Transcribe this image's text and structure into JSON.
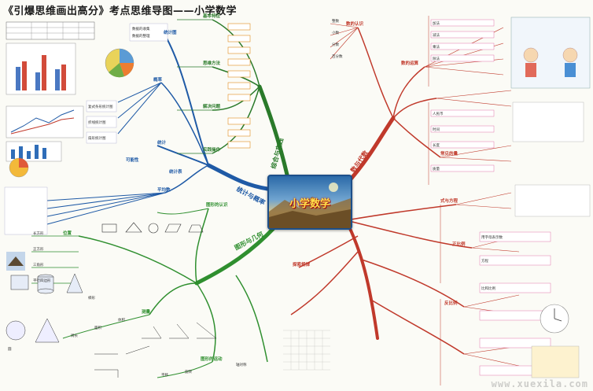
{
  "title": "《引爆思维画出高分》考点思维导图——小学数学",
  "center": "小学数学",
  "watermark": "www.xuexila.com",
  "colors": {
    "stats": "#1f5aa6",
    "practice": "#2a7a2a",
    "geometry": "#2f8f2f",
    "algebra": "#c0392b",
    "center_border": "#1d4f8a"
  },
  "branches": {
    "stats": "统计与概率",
    "practice": "综合与实践",
    "geometry": "图形与几何",
    "algebra": "数与代数"
  },
  "sub_stats": [
    "统计图",
    "统计",
    "概率",
    "平均数",
    "可能性",
    "统计表"
  ],
  "sub_practice": [
    "基本特征",
    "思维方法",
    "解决问题",
    "实践操作"
  ],
  "sub_geometry": [
    "图形的认识",
    "测量",
    "图形的运动",
    "位置"
  ],
  "sub_algebra": [
    "数的认识",
    "数的运算",
    "常见的量",
    "式与方程",
    "正比例",
    "反比例",
    "探索规律"
  ],
  "leaf_notes": [
    "复式条形统计图",
    "折线统计图",
    "扇形统计图",
    "数据的收集",
    "数据的整理",
    "长方形",
    "正方形",
    "三角形",
    "平行四边形",
    "梯形",
    "圆",
    "周长",
    "面积",
    "体积",
    "平移",
    "旋转",
    "轴对称",
    "整数",
    "小数",
    "分数",
    "百分数",
    "加法",
    "减法",
    "乘法",
    "除法",
    "人民币",
    "时间",
    "长度",
    "质量",
    "用字母表示数",
    "方程",
    "比和比例"
  ]
}
